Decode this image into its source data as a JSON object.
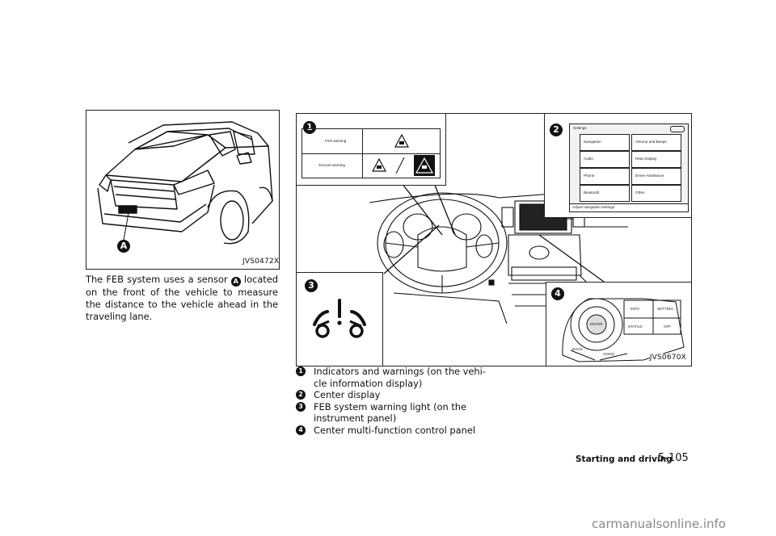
{
  "figure_left": {
    "code": "JVS0472X",
    "callout": "A"
  },
  "body_paragraph": {
    "before": "The FEB system uses a sensor",
    "callout": "A",
    "after": "located on the front of the vehicle to measure the distance to the vehicle ahead in the traveling lane."
  },
  "figure_right": {
    "code": "JVS0670X",
    "callouts": [
      "1",
      "2",
      "3",
      "4"
    ],
    "panel1": {
      "row1": "First warning",
      "row2": "Second warning"
    },
    "panel2": {
      "title": "Settings",
      "items": [
        "Navigation",
        "Volume and Beeps",
        "Audio",
        "Rear Display",
        "Phone",
        "Driver Assistance",
        "Bluetooth",
        "Other"
      ],
      "footer": "Adjust navigation settings"
    },
    "panel4": {
      "info": "INFO",
      "setting": "SETTING",
      "status": "STATUS",
      "off": "OFF",
      "back": "BACK",
      "voice": "VOICE",
      "dial": "ENTER"
    }
  },
  "legend": [
    {
      "num": "1",
      "text_line1": "Indicators and warnings (on the vehi-",
      "text_line2": "cle information display)"
    },
    {
      "num": "2",
      "text_line1": "Center display",
      "text_line2": ""
    },
    {
      "num": "3",
      "text_line1": "FEB system warning light (on the",
      "text_line2": "instrument panel)"
    },
    {
      "num": "4",
      "text_line1": "Center multi-function control panel",
      "text_line2": ""
    }
  ],
  "footer": {
    "section": "Starting and driving",
    "page": "5-105"
  },
  "watermark": "carmanualsonline.info"
}
